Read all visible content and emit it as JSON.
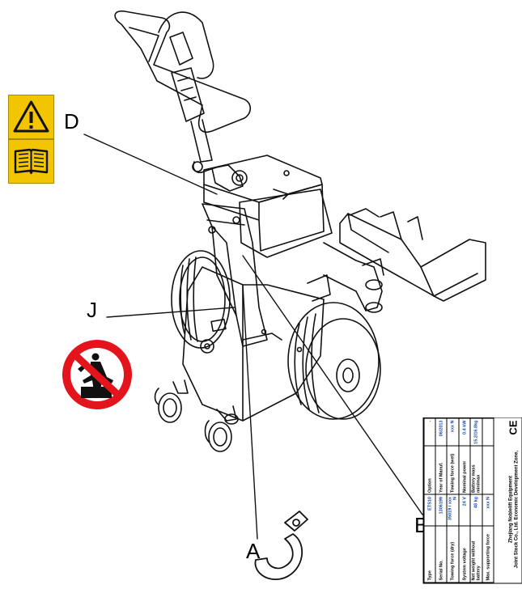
{
  "callouts": {
    "d": "D",
    "j": "J",
    "a": "A",
    "b": "B"
  },
  "icons": {
    "warning": "warning-triangle-icon",
    "manual": "read-manual-book-icon",
    "prohibition": "no-climbing-prohibition-icon",
    "hook": "lifting-hook-icon",
    "ce": "ce-mark-icon"
  },
  "colors": {
    "sign_yellow": "#f2c500",
    "prohibition_red": "#e3141b",
    "plate_value_blue": "#1b4aa5"
  },
  "plate": {
    "rows": [
      [
        "Type",
        "ETS10",
        "Option",
        "-"
      ],
      [
        "Serial No.",
        "1306199",
        "Year of Manuf.",
        "06/2013"
      ],
      [
        "Towing force (dry)",
        "35019 / xxx N",
        "Towing force (wet)",
        "xxx N"
      ],
      [
        "System voltage",
        "24 V",
        "Nominal power",
        "0.4 kW"
      ],
      [
        "Net weight without battery",
        "48 kg",
        "Battery mass min/max",
        "15.2/16.8kg"
      ],
      [
        "Max. supporting force",
        "xxx N",
        "",
        ""
      ]
    ],
    "maker_line1": "Zhejiang Noblelift Equipment",
    "maker_line2": "Joint Stock Co., Ltd. Economic Development Zone,",
    "ce_mark": "CE"
  }
}
